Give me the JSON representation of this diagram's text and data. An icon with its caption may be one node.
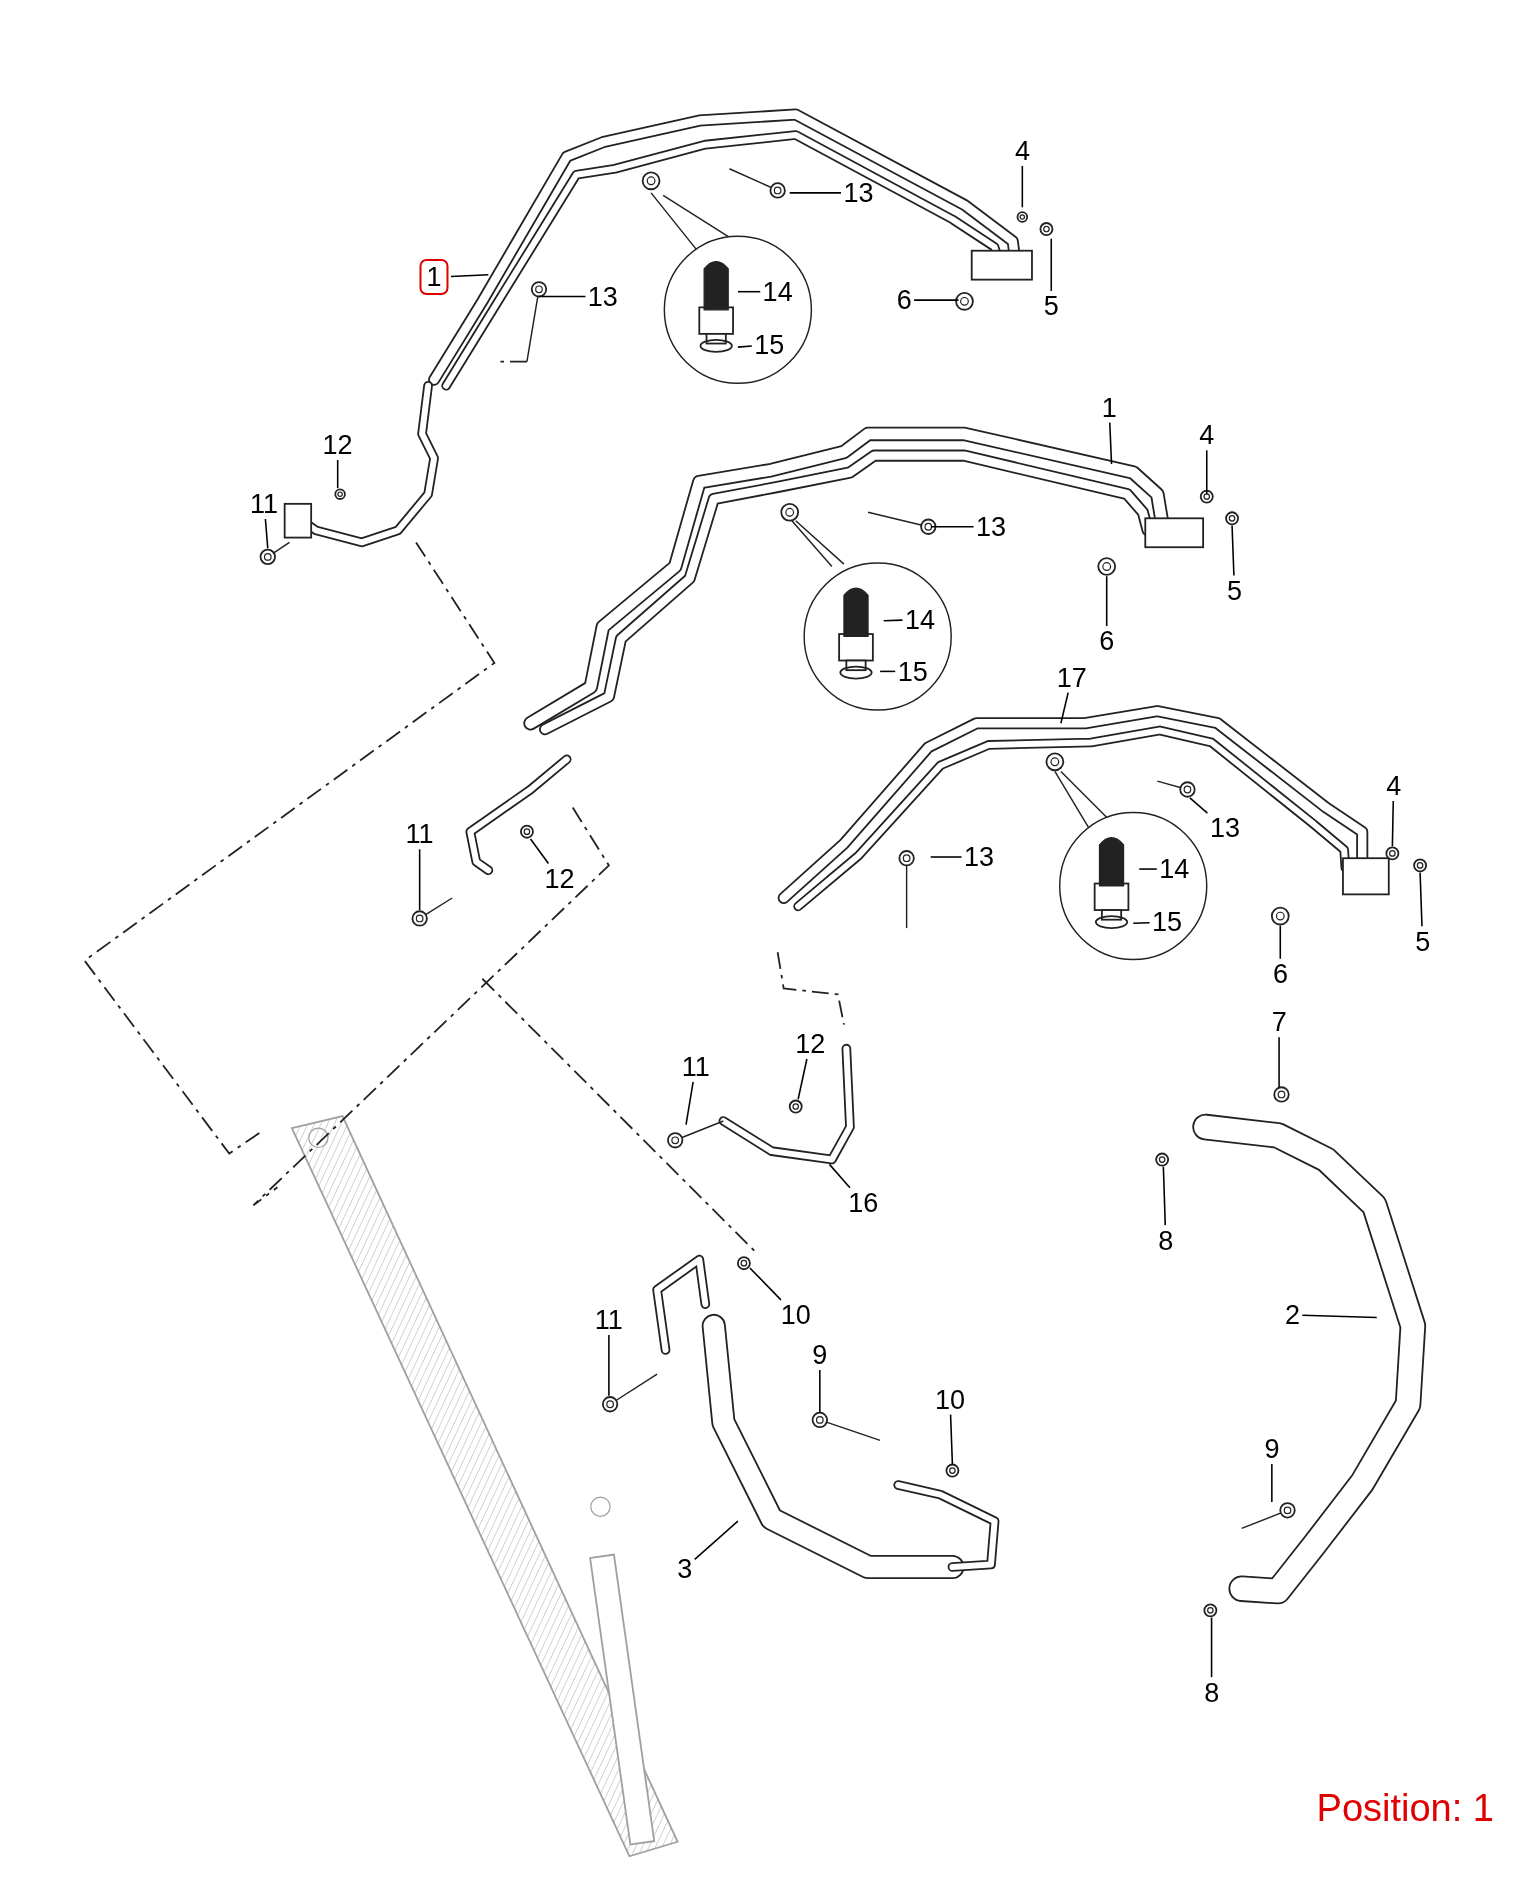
{
  "diagram": {
    "nodes": [
      {
        "text": [
          "4"
        ]
      },
      {
        "text": [
          "13"
        ]
      },
      {
        "text": [
          "1"
        ]
      },
      {
        "text": [
          "13"
        ]
      },
      {
        "text": [
          "14"
        ]
      },
      {
        "text": [
          "6"
        ]
      },
      {
        "text": [
          "5"
        ]
      },
      {
        "text": [
          "15"
        ]
      },
      {
        "text": [
          "1"
        ]
      },
      {
        "text": [
          "4"
        ]
      },
      {
        "text": [
          "12"
        ]
      },
      {
        "text": [
          "11"
        ]
      },
      {
        "text": [
          "13"
        ]
      },
      {
        "text": [
          "5"
        ]
      },
      {
        "text": [
          "14"
        ]
      },
      {
        "text": [
          "6"
        ]
      },
      {
        "text": [
          "15"
        ]
      },
      {
        "text": [
          "17"
        ]
      },
      {
        "text": [
          "4"
        ]
      },
      {
        "text": [
          "13"
        ]
      },
      {
        "text": [
          "11"
        ]
      },
      {
        "text": [
          "13"
        ]
      },
      {
        "text": [
          "14"
        ]
      },
      {
        "text": [
          "12"
        ]
      },
      {
        "text": [
          "15"
        ]
      },
      {
        "text": [
          "5"
        ]
      },
      {
        "text": [
          "6"
        ]
      },
      {
        "text": [
          "7"
        ]
      },
      {
        "text": [
          "12"
        ]
      },
      {
        "text": [
          "11"
        ]
      },
      {
        "text": [
          "16"
        ]
      },
      {
        "text": [
          "8"
        ]
      },
      {
        "text": [
          "2"
        ]
      },
      {
        "text": [
          "11"
        ]
      },
      {
        "text": [
          "10"
        ]
      },
      {
        "text": [
          "9"
        ]
      },
      {
        "text": [
          "10"
        ]
      },
      {
        "text": [
          "9"
        ]
      },
      {
        "text": [
          "3"
        ]
      },
      {
        "text": [
          "8"
        ]
      }
    ],
    "edges": [
      {
        "from": 0,
        "to": null,
        "arrow": "none"
      },
      {
        "from": 1,
        "to": null,
        "arrow": "none"
      },
      {
        "from": 2,
        "to": null,
        "arrow": "none"
      },
      {
        "from": 3,
        "to": null,
        "arrow": "none"
      },
      {
        "from": 4,
        "to": null,
        "arrow": "none"
      },
      {
        "from": 5,
        "to": null,
        "arrow": "none"
      },
      {
        "from": 6,
        "to": null,
        "arrow": "none"
      },
      {
        "from": 7,
        "to": null,
        "arrow": "none"
      },
      {
        "from": 8,
        "to": null,
        "arrow": "none"
      },
      {
        "from": 9,
        "to": null,
        "arrow": "none"
      },
      {
        "from": 10,
        "to": null,
        "arrow": "none"
      },
      {
        "from": 11,
        "to": null,
        "arrow": "none"
      },
      {
        "from": 12,
        "to": null,
        "arrow": "none"
      },
      {
        "from": 13,
        "to": null,
        "arrow": "none"
      },
      {
        "from": 14,
        "to": null,
        "arrow": "none"
      },
      {
        "from": 15,
        "to": null,
        "arrow": "none"
      },
      {
        "from": 16,
        "to": null,
        "arrow": "none"
      },
      {
        "from": 17,
        "to": null,
        "arrow": "none"
      },
      {
        "from": 18,
        "to": null,
        "arrow": "none"
      },
      {
        "from": 19,
        "to": null,
        "arrow": "none"
      },
      {
        "from": 20,
        "to": null,
        "arrow": "none"
      },
      {
        "from": 21,
        "to": null,
        "arrow": "none"
      },
      {
        "from": 22,
        "to": null,
        "arrow": "none"
      },
      {
        "from": 23,
        "to": null,
        "arrow": "none"
      },
      {
        "from": 24,
        "to": null,
        "arrow": "none"
      },
      {
        "from": 25,
        "to": null,
        "arrow": "none"
      },
      {
        "from": 26,
        "to": null,
        "arrow": "none"
      },
      {
        "from": 27,
        "to": null,
        "arrow": "none"
      },
      {
        "from": 28,
        "to": null,
        "arrow": "none"
      },
      {
        "from": 29,
        "to": null,
        "arrow": "none"
      },
      {
        "from": 30,
        "to": null,
        "arrow": "none"
      },
      {
        "from": 31,
        "to": null,
        "arrow": "none"
      },
      {
        "from": 32,
        "to": null,
        "arrow": "none"
      },
      {
        "from": 33,
        "to": null,
        "arrow": "none"
      },
      {
        "from": 34,
        "to": null,
        "arrow": "none"
      },
      {
        "from": 35,
        "to": null,
        "arrow": "none"
      },
      {
        "from": 36,
        "to": null,
        "arrow": "none"
      },
      {
        "from": 37,
        "to": null,
        "arrow": "none"
      },
      {
        "from": 38,
        "to": null,
        "arrow": "none"
      },
      {
        "from": 39,
        "to": null,
        "arrow": "none"
      }
    ],
    "labels": [
      "Position: 1"
    ]
  }
}
